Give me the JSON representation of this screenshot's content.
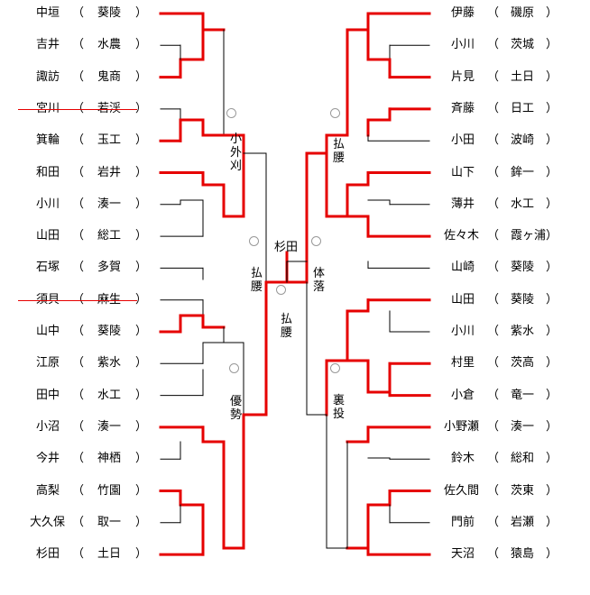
{
  "left_entries": [
    {
      "name": "中垣",
      "school": "葵陵",
      "struck": false
    },
    {
      "name": "吉井",
      "school": "水農",
      "struck": false
    },
    {
      "name": "諏訪",
      "school": "鬼商",
      "struck": false
    },
    {
      "name": "宮川",
      "school": "若渓",
      "struck": true
    },
    {
      "name": "箕輪",
      "school": "玉工",
      "struck": false
    },
    {
      "name": "和田",
      "school": "岩井",
      "struck": false
    },
    {
      "name": "小川",
      "school": "湊一",
      "struck": false
    },
    {
      "name": "山田",
      "school": "総工",
      "struck": false
    },
    {
      "name": "石塚",
      "school": "多賀",
      "struck": false
    },
    {
      "name": "須貝",
      "school": "麻生",
      "struck": true
    },
    {
      "name": "山中",
      "school": "葵陵",
      "struck": false
    },
    {
      "name": "江原",
      "school": "紫水",
      "struck": false
    },
    {
      "name": "田中",
      "school": "水工",
      "struck": false
    },
    {
      "name": "小沼",
      "school": "湊一",
      "struck": false
    },
    {
      "name": "今井",
      "school": "神栖",
      "struck": false
    },
    {
      "name": "高梨",
      "school": "竹園",
      "struck": false
    },
    {
      "name": "大久保",
      "school": "取一",
      "struck": false
    },
    {
      "name": "杉田",
      "school": "土日",
      "struck": false
    }
  ],
  "right_entries": [
    {
      "name": "伊藤",
      "school": "磯原"
    },
    {
      "name": "小川",
      "school": "茨城"
    },
    {
      "name": "片見",
      "school": "土日"
    },
    {
      "name": "斉藤",
      "school": "日工"
    },
    {
      "name": "小田",
      "school": "波崎"
    },
    {
      "name": "山下",
      "school": "鉾一"
    },
    {
      "name": "薄井",
      "school": "水工"
    },
    {
      "name": "佐々木",
      "school": "霞ヶ浦"
    },
    {
      "name": "山崎",
      "school": "葵陵"
    },
    {
      "name": "山田",
      "school": "葵陵"
    },
    {
      "name": "小川",
      "school": "紫水"
    },
    {
      "name": "村里",
      "school": "茨高"
    },
    {
      "name": "小倉",
      "school": "竜一"
    },
    {
      "name": "小野瀬",
      "school": "湊一"
    },
    {
      "name": "鈴木",
      "school": "総和"
    },
    {
      "name": "佐久間",
      "school": "茨東"
    },
    {
      "name": "門前",
      "school": "岩瀬"
    },
    {
      "name": "天沼",
      "school": "猿島"
    }
  ],
  "paren_open": "（",
  "paren_close": "）",
  "techniques": {
    "left_upper": "小外刈",
    "left_lower": "優勢",
    "left_semi": "払腰",
    "right_upper": "払腰",
    "right_lower": "裏投",
    "right_semi": "体落",
    "final": "払腰"
  },
  "champion": "杉田",
  "colors": {
    "win_line": "#e60000",
    "lose_line": "#000000",
    "strike": "#e60000"
  }
}
